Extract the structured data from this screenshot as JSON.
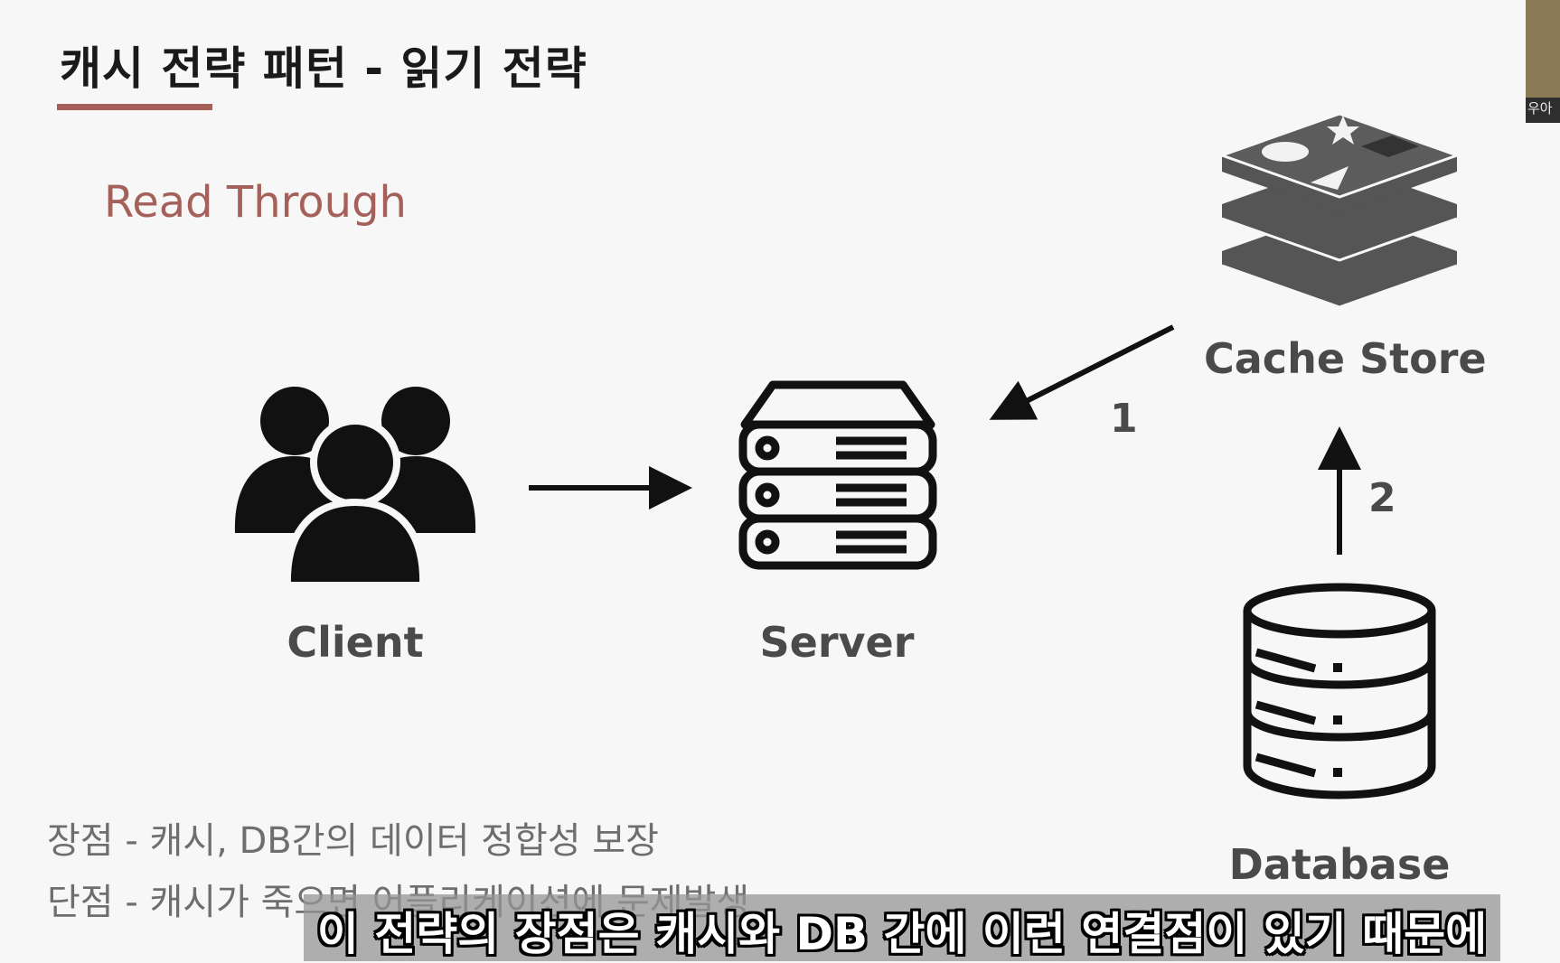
{
  "slide": {
    "title": "캐시 전략 패턴 - 읽기 전략",
    "subtitle": "Read Through"
  },
  "nodes": {
    "client": "Client",
    "server": "Server",
    "cache": "Cache Store",
    "database": "Database"
  },
  "edges": {
    "cache_to_server": "1",
    "database_to_cache": "2"
  },
  "notes": {
    "pro": "장점 - 캐시, DB간의 데이터 정합성 보장",
    "con": "단점 - 캐시가 죽으면 어플리케이션에 문제발생"
  },
  "caption": "이 전략의 장점은 캐시와 DB 간에 이런 연결점이 있기 때문에",
  "thumbnail_label": "우아",
  "colors": {
    "accent": "#a5605a",
    "icon_dark": "#111111",
    "cache_icon": "#555555"
  }
}
